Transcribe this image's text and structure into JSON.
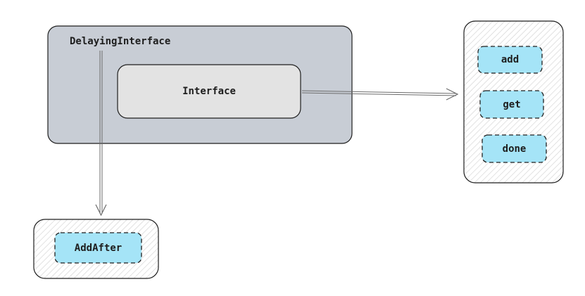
{
  "diagram": {
    "outer_group": {
      "label": "DelayingInterface"
    },
    "inner_box": {
      "label": "Interface"
    },
    "methods_panel": {
      "items": [
        {
          "label": "add"
        },
        {
          "label": "get"
        },
        {
          "label": "done"
        }
      ]
    },
    "extension_panel": {
      "items": [
        {
          "label": "AddAfter"
        }
      ]
    }
  },
  "colors": {
    "outer_fill": "#c8cdd5",
    "inner_fill": "#e3e3e3",
    "method_fill": "#a5e4f7",
    "stroke": "#1e1e1e",
    "hatch": "#c9c9c9",
    "arrow": "#6b6b6b"
  }
}
